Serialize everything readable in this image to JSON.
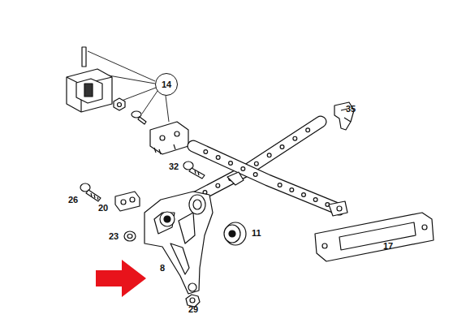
{
  "diagram": {
    "nodes": [
      {
        "text": [
          "14"
        ]
      }
    ],
    "labels": [
      "35",
      "32",
      "26",
      "20",
      "23",
      "11",
      "17",
      "8",
      "29"
    ]
  }
}
